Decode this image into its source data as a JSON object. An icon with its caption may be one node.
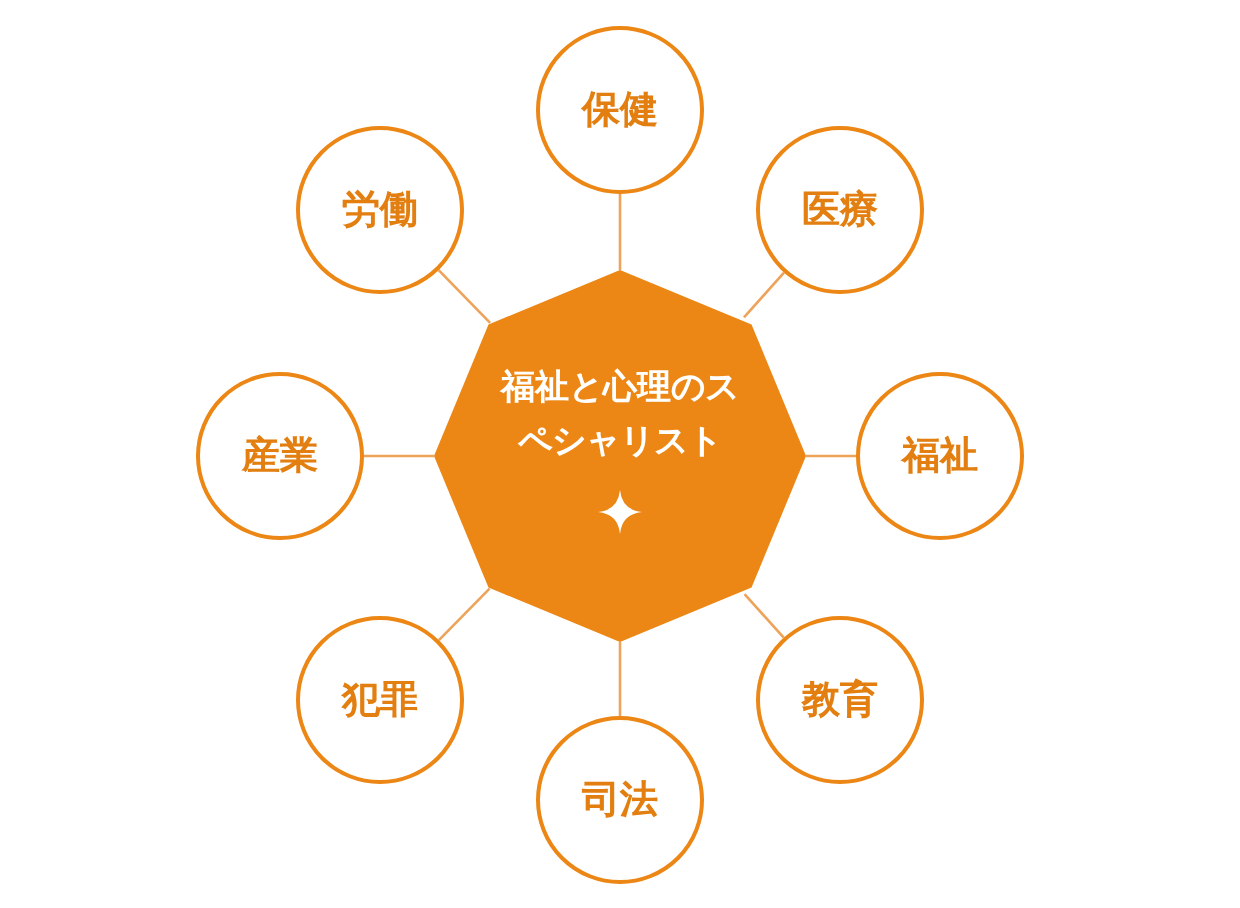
{
  "diagram": {
    "nodes": [
      {
        "text": [
          "福祉と心理のスペシャリスト"
        ]
      },
      {
        "text": [
          "保健"
        ]
      },
      {
        "text": [
          "医療"
        ]
      },
      {
        "text": [
          "福祉"
        ]
      },
      {
        "text": [
          "教育"
        ]
      },
      {
        "text": [
          "司法"
        ]
      },
      {
        "text": [
          "犯罪"
        ]
      },
      {
        "text": [
          "産業"
        ]
      },
      {
        "text": [
          "労働"
        ]
      }
    ],
    "edges": [
      {
        "from": 0,
        "to": 1,
        "arrow": "none"
      },
      {
        "from": 0,
        "to": 2,
        "arrow": "none"
      },
      {
        "from": 0,
        "to": 3,
        "arrow": "none"
      },
      {
        "from": 0,
        "to": 4,
        "arrow": "none"
      },
      {
        "from": 0,
        "to": 5,
        "arrow": "none"
      },
      {
        "from": 0,
        "to": 6,
        "arrow": "none"
      },
      {
        "from": 0,
        "to": 7,
        "arrow": "none"
      },
      {
        "from": 0,
        "to": 8,
        "arrow": "none"
      }
    ]
  }
}
